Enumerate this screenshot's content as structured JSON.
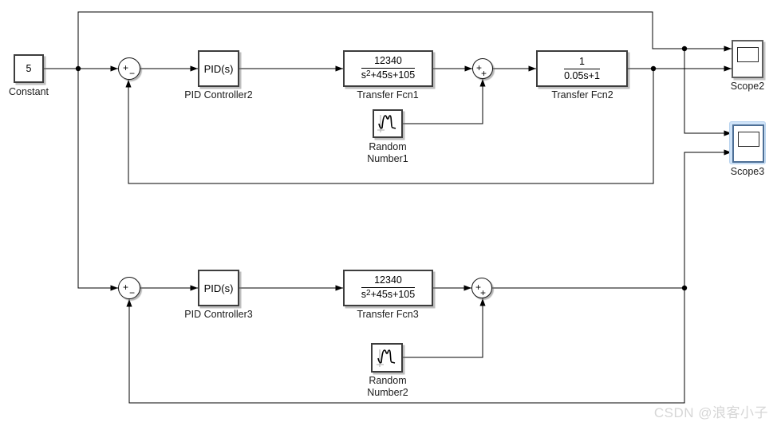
{
  "diagram": {
    "constant": {
      "value": "5",
      "label": "Constant"
    },
    "pid2": {
      "text": "PID(s)",
      "label": "PID Controller2"
    },
    "pid3": {
      "text": "PID(s)",
      "label": "PID Controller3"
    },
    "tf1": {
      "num": "12340",
      "den_base": "s",
      "den_sup": "2",
      "den_rest": "+45s+105",
      "label": "Transfer Fcn1"
    },
    "tf2": {
      "num": "1",
      "den_base": "0.05s+1",
      "label": "Transfer Fcn2"
    },
    "tf3": {
      "num": "12340",
      "den_base": "s",
      "den_sup": "2",
      "den_rest": "+45s+105",
      "label": "Transfer Fcn3"
    },
    "sum_main_top": {
      "left": "+",
      "bottom": "−"
    },
    "sum_noise_top": {
      "left": "+",
      "bottom": "+"
    },
    "sum_main_bottom": {
      "left": "+",
      "bottom": "−"
    },
    "sum_noise_bottom": {
      "left": "+",
      "bottom": "+"
    },
    "rn1": {
      "label1": "Random",
      "label2": "Number1"
    },
    "rn2": {
      "label1": "Random",
      "label2": "Number2"
    },
    "scope2": {
      "label": "Scope2"
    },
    "scope3": {
      "label": "Scope3"
    }
  },
  "watermark": "CSDN @浪客小子",
  "colors": {
    "wire": "#000000",
    "block_border": "#3d3d3d",
    "selection_fill": "#cfe3f8",
    "watermark": "#d6d6d6"
  }
}
